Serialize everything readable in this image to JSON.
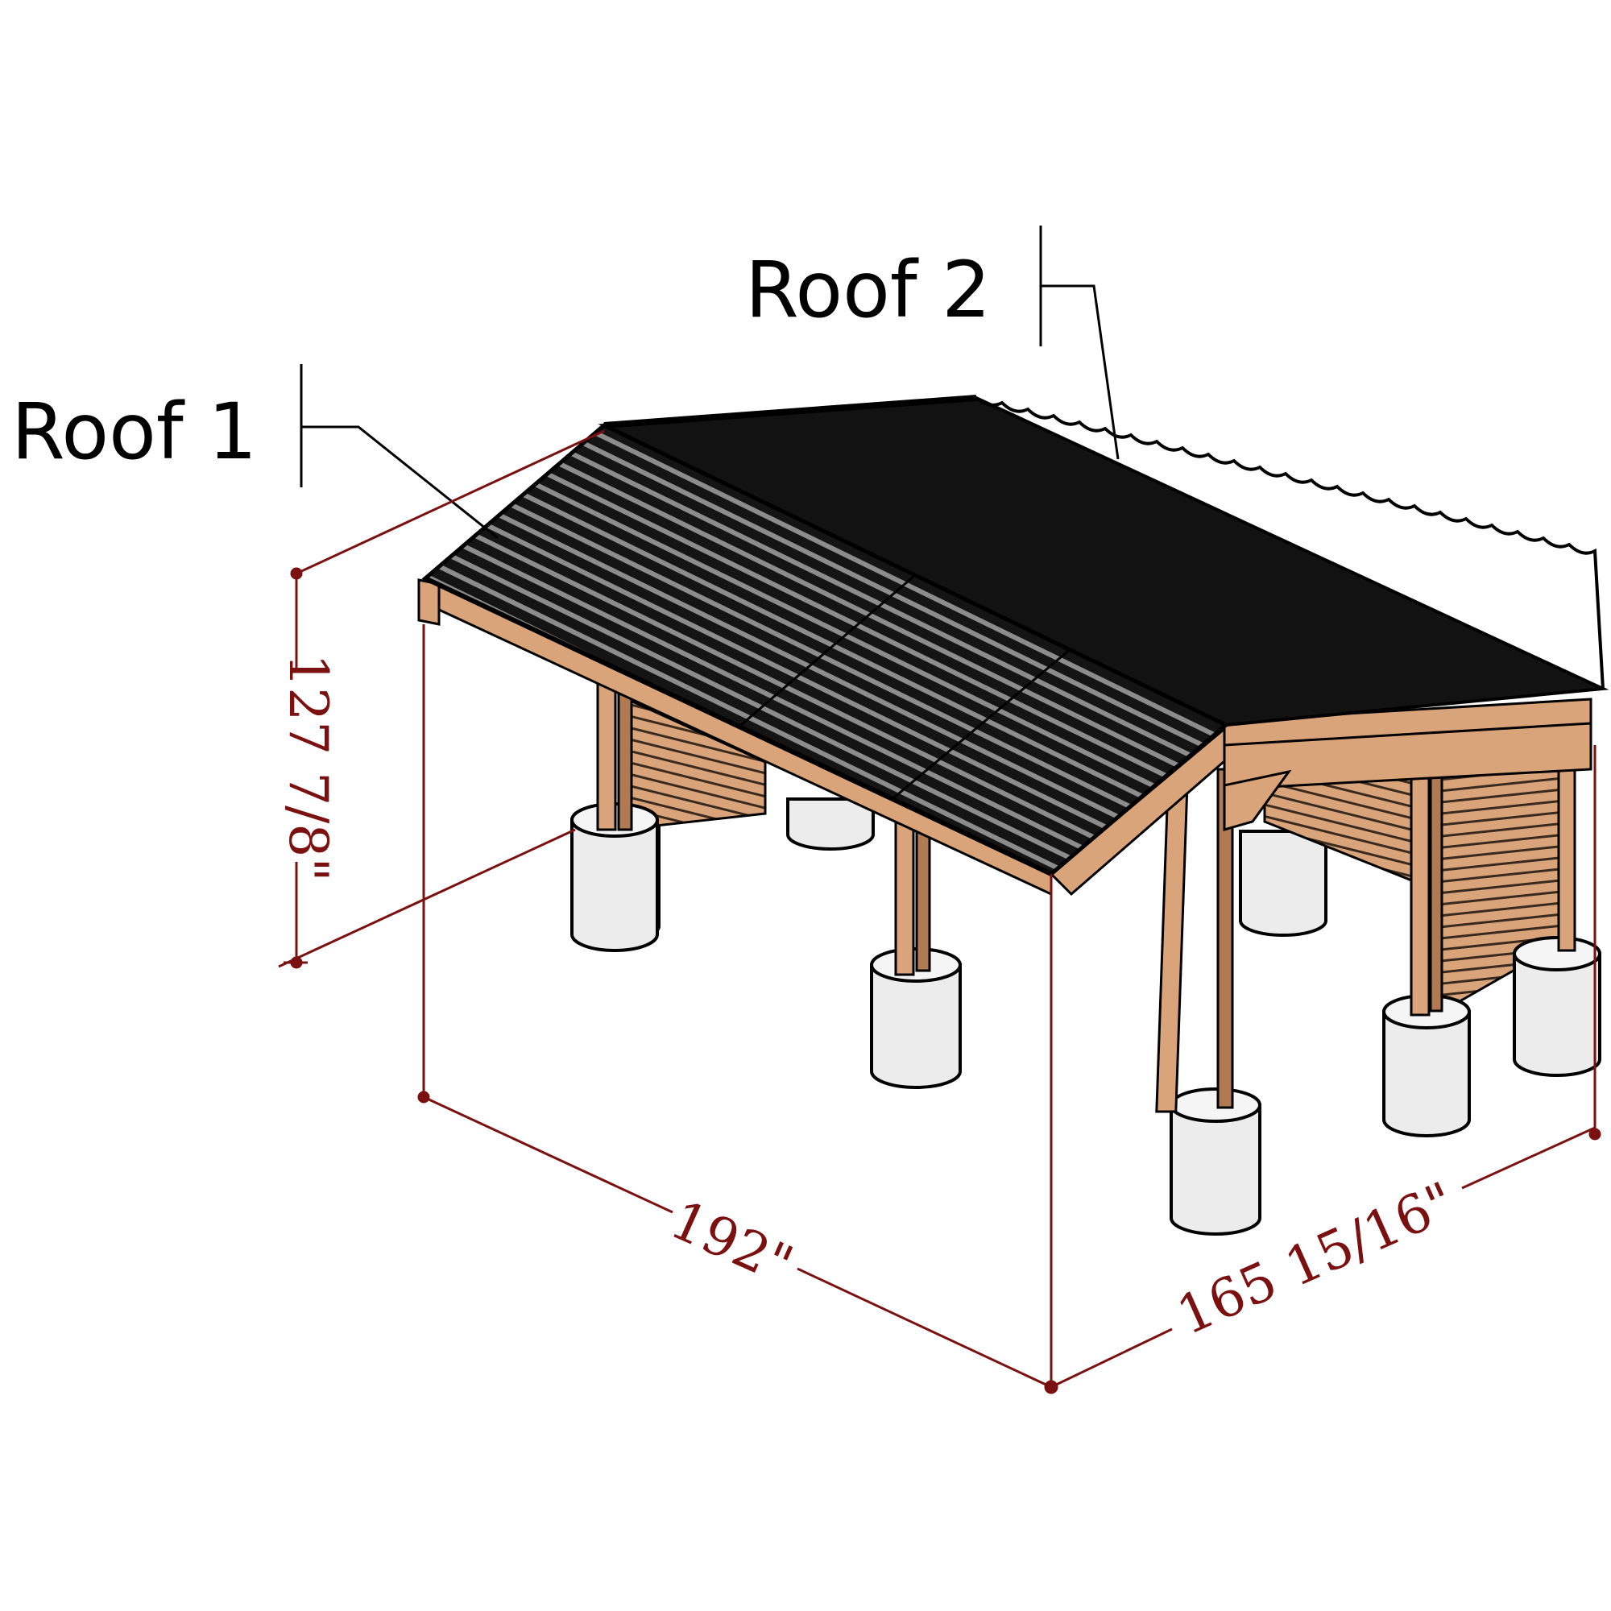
{
  "labels": {
    "roof1": "Roof 1",
    "roof2": "Roof 2"
  },
  "dimensions": {
    "height": "127 7/8\"",
    "length": "192\"",
    "width": "165 15/16\""
  },
  "colors": {
    "roof": "#111111",
    "roof_highlight": "#8a8a8a",
    "wood": "#d9a47a",
    "wood_dark": "#b07a52",
    "concrete": "#ececec",
    "dimension": "#7a1010",
    "leader": "#000000"
  }
}
